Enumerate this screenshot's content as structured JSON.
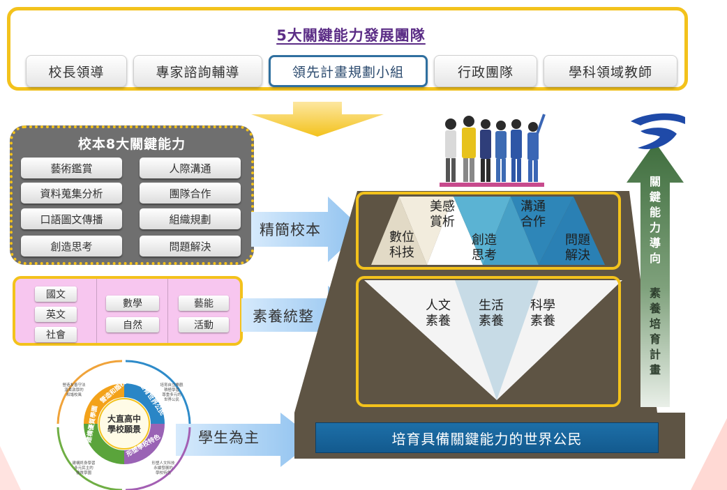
{
  "team": {
    "title": "5大關鍵能力發展團隊",
    "members": [
      "校長領導",
      "專家諮詢輔導",
      "領先計畫規劃小組",
      "行政團隊",
      "學科領域教師"
    ]
  },
  "abilities": {
    "title": "校本8大關鍵能力",
    "items": [
      "藝術鑑賞",
      "人際溝通",
      "資料蒐集分析",
      "團隊合作",
      "口語圖文傳播",
      "組織規劃",
      "創造思考",
      "問題解決"
    ]
  },
  "subjects": {
    "col1": [
      "國文",
      "英文",
      "社會"
    ],
    "col2": [
      "數學",
      "自然"
    ],
    "col3": [
      "藝能",
      "活動"
    ]
  },
  "arrows": {
    "simplify": "精簡校本",
    "integrate": "素養統整",
    "student": "學生為主"
  },
  "vision": {
    "center": [
      "大直高中",
      "學校願景"
    ],
    "segments": [
      "營造和諧校風",
      "培育世界公民",
      "形塑學校特色",
      "建構優質學園"
    ],
    "notes": [
      [
        "營造友善守法",
        "溫柔敦厚的",
        "和諧校風"
      ],
      [
        "培育自立樂觀",
        "積極學習",
        "尊重多元的",
        "世界公民"
      ],
      [
        "形塑人文科技",
        "永續發展的",
        "學校特色"
      ],
      [
        "建構終身學習",
        "多元民主的",
        "優質學園"
      ]
    ]
  },
  "key_competencies": [
    [
      "數位",
      "科技"
    ],
    [
      "美感",
      "賞析"
    ],
    [
      "創造",
      "思考"
    ],
    [
      "溝通",
      "合作"
    ],
    [
      "問題",
      "解決"
    ]
  ],
  "literacies": [
    [
      "人文",
      "素養"
    ],
    [
      "生活",
      "素養"
    ],
    [
      "科學",
      "素養"
    ]
  ],
  "base_goal": "培育具備關鍵能力的世界公民",
  "side_arrow": {
    "top": [
      "關",
      "鍵",
      "能",
      "力",
      "導",
      "向"
    ],
    "bottom": [
      "素",
      "養",
      "培",
      "育",
      "計",
      "畫"
    ]
  },
  "colors": {
    "accent_yellow": "#f3c21c",
    "title_purple": "#5b2d86",
    "base_blue": "#1d6fa8",
    "pyramid_brown": "#5e5444",
    "arrow_green": "#3f6e3e"
  }
}
